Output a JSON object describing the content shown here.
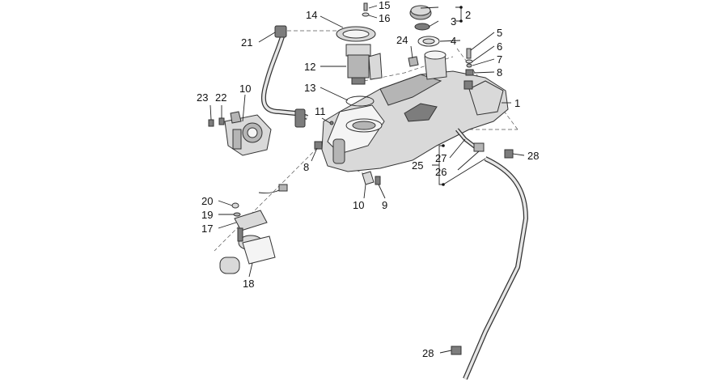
{
  "callouts": {
    "c1": "1",
    "c2": "2",
    "c3": "3",
    "c4": "4",
    "c5": "5",
    "c6": "6",
    "c7": "7",
    "c8a": "8",
    "c8b": "8",
    "c9": "9",
    "c10a": "10",
    "c10b": "10",
    "c11": "11",
    "c12": "12",
    "c13": "13",
    "c14": "14",
    "c15": "15",
    "c16": "16",
    "c17": "17",
    "c18": "18",
    "c19": "19",
    "c20": "20",
    "c21": "21",
    "c22": "22",
    "c23": "23",
    "c24": "24",
    "c25": "25",
    "c26": "26",
    "c27": "27",
    "c28a": "28",
    "c28b": "28"
  },
  "colors": {
    "line": "#222222",
    "part_fill": "#d9d9d9",
    "part_shadow": "#7d7d7d",
    "background": "#ffffff"
  }
}
